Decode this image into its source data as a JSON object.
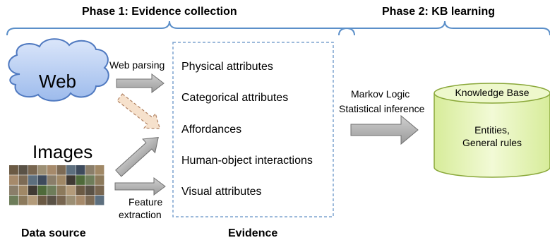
{
  "phases": {
    "phase1": "Phase 1: Evidence collection",
    "phase2": "Phase 2: KB learning"
  },
  "sources": {
    "web": "Web",
    "images": "Images"
  },
  "arrows": {
    "web_parsing": "Web parsing",
    "feature_extraction_line1": "Feature",
    "feature_extraction_line2": "extraction",
    "inference_line1": "Markov Logic",
    "inference_line2": "Statistical inference"
  },
  "evidence": [
    "Physical attributes",
    "Categorical attributes",
    "Affordances",
    "Human-object interactions",
    "Visual attributes"
  ],
  "kb": {
    "title": "Knowledge Base",
    "content_line1": "Entities,",
    "content_line2": "General rules"
  },
  "footer": {
    "data_source": "Data source",
    "evidence": "Evidence"
  },
  "colors": {
    "brace": "#5b8fc9",
    "cloud_fill": "#b7cdf2",
    "cloud_stroke": "#4f79c0",
    "arrow_fill": "#a6a6a6",
    "arrow_stroke": "#707070",
    "dashed_arrow_fill": "#f6e1cc",
    "dashed_arrow_stroke": "#b08060",
    "evidence_box": "#7da3cf",
    "kb_fill": "#e6f4b8",
    "kb_stroke": "#8aa83a"
  }
}
